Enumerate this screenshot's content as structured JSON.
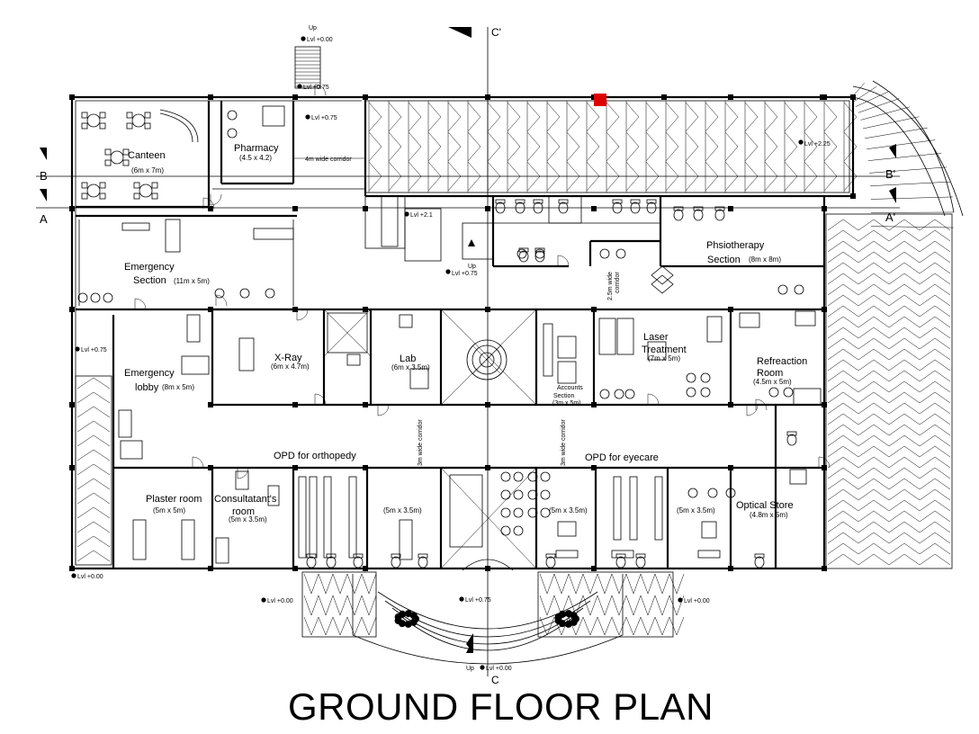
{
  "title": "GROUND FLOOR PLAN",
  "section_marks": {
    "c_top": "C'",
    "c_bottom": "C",
    "b_left": "B",
    "b_right": "B'",
    "a_left": "A",
    "a_right": "A'"
  },
  "rooms": [
    {
      "id": "canteen",
      "name": "Canteen",
      "size": "(6m x 7m)"
    },
    {
      "id": "pharmacy",
      "name": "Pharmacy",
      "size": "(4.5 x 4.2)"
    },
    {
      "id": "emergency-section",
      "name_lines": [
        "Emergency",
        "Section"
      ],
      "size": "(11m x 5m)"
    },
    {
      "id": "emergency-lobby",
      "name_lines": [
        "Emergency",
        "lobby"
      ],
      "size": "(8m x 5m)"
    },
    {
      "id": "x-ray",
      "name": "X-Ray",
      "size": "(6m x 4.7m)"
    },
    {
      "id": "lab",
      "name": "Lab",
      "size": "(6m x 3.5m)"
    },
    {
      "id": "accounts-section",
      "name_lines": [
        "Accounts",
        "Section"
      ],
      "size": "(3m x 5m)"
    },
    {
      "id": "laser-treatment",
      "name_lines": [
        "Laser",
        "Treatment"
      ],
      "size": "(7m x 5m)"
    },
    {
      "id": "refraction-room",
      "name_lines": [
        "Refreaction",
        "Room"
      ],
      "size": "(4.5m x 5m)"
    },
    {
      "id": "physiotherapy",
      "name_lines": [
        "Phsiotherapy",
        "Section"
      ],
      "size": "(8m x 8m)"
    },
    {
      "id": "plaster-room",
      "name": "Plaster room",
      "size": "(5m x 5m)"
    },
    {
      "id": "consultants-room",
      "name_lines": [
        "Consultatant's",
        "room"
      ],
      "size": "(5m x 3.5m)"
    },
    {
      "id": "opd-ortho-cabin",
      "size": "(5m x 3.5m)"
    },
    {
      "id": "opd-eye-cabin-1",
      "size": "(5m x 3.5m)"
    },
    {
      "id": "opd-eye-cabin-2",
      "size": "(5m x 3.5m)"
    },
    {
      "id": "optical-store",
      "name": "Optical Store",
      "size": "(4.8m x 5m)"
    }
  ],
  "zones": {
    "opd_ortho": "OPD for orthopedy",
    "opd_eye": "OPD for eyecare"
  },
  "corridors": {
    "top": "4m wide corridor",
    "physio": [
      "2.5m wide",
      "corridor"
    ],
    "left_vertical": "3m wide corridor",
    "right_vertical": "3m wide corridor"
  },
  "levels": {
    "top_stair_up": "Up",
    "top_stair": "Lvl +0.00",
    "entrance_top": "Lvl +0.75",
    "entrance_top_2": "Lvl +0.75",
    "ramp": "Lvl +2.25",
    "inner_stair": "Lvl +2.1",
    "inner_stair_up": "Up",
    "inner_landing": "Lvl +0.75",
    "left_side": "Lvl +0.75",
    "bottom_left_corner": "Lvl +0.00",
    "bottom_left": "Lvl +0.00",
    "bottom_center": "Lvl +0.75",
    "bottom_right": "Lvl +0.00",
    "bottom_stair_up": "Up",
    "bottom_stair": "Lvl +0.00"
  }
}
